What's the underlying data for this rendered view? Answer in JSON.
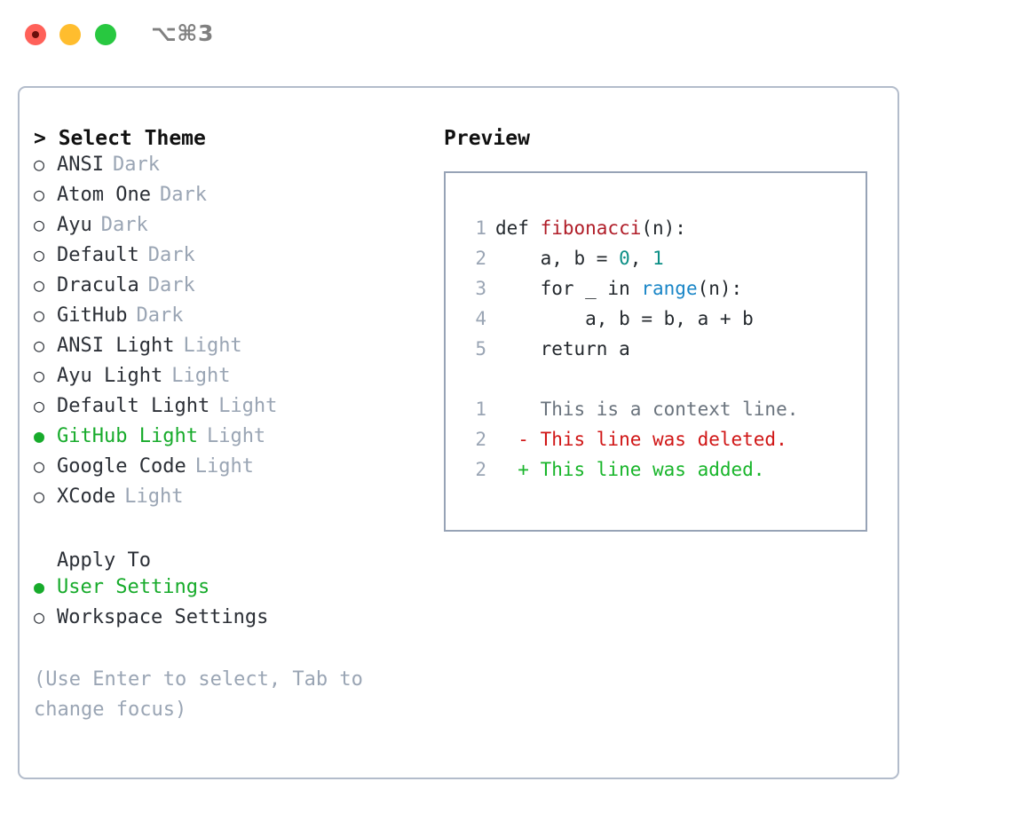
{
  "window": {
    "traffic_lights": [
      "close-red",
      "minimize-yellow",
      "zoom-green"
    ],
    "shortcut": "⌥⌘3",
    "colors": {
      "red": "#ff6159",
      "yellow": "#ffbd2e",
      "green": "#28c840",
      "accent_green": "#17ab2b",
      "panel_border": "#b3bccb",
      "preview_border": "#97a3b6",
      "muted": "#9aa5b4"
    }
  },
  "theme_picker": {
    "header": "> Select Theme",
    "items": [
      {
        "bullet": "○",
        "label": "ANSI",
        "badge": "Dark",
        "selected": false
      },
      {
        "bullet": "○",
        "label": "Atom One",
        "badge": "Dark",
        "selected": false
      },
      {
        "bullet": "○",
        "label": "Ayu",
        "badge": "Dark",
        "selected": false
      },
      {
        "bullet": "○",
        "label": "Default",
        "badge": "Dark",
        "selected": false
      },
      {
        "bullet": "○",
        "label": "Dracula",
        "badge": "Dark",
        "selected": false
      },
      {
        "bullet": "○",
        "label": "GitHub",
        "badge": "Dark",
        "selected": false
      },
      {
        "bullet": "○",
        "label": "ANSI Light",
        "badge": "Light",
        "selected": false
      },
      {
        "bullet": "○",
        "label": "Ayu Light",
        "badge": "Light",
        "selected": false
      },
      {
        "bullet": "○",
        "label": "Default Light",
        "badge": "Light",
        "selected": false
      },
      {
        "bullet": "●",
        "label": "GitHub Light",
        "badge": "Light",
        "selected": true
      },
      {
        "bullet": "○",
        "label": "Google Code",
        "badge": "Light",
        "selected": false
      },
      {
        "bullet": "○",
        "label": "XCode",
        "badge": "Light",
        "selected": false
      }
    ]
  },
  "apply_to": {
    "header": "Apply To",
    "items": [
      {
        "bullet": "●",
        "label": "User Settings",
        "selected": true
      },
      {
        "bullet": "○",
        "label": "Workspace Settings",
        "selected": false
      }
    ]
  },
  "hint": "(Use Enter to select, Tab to change focus)",
  "preview": {
    "title": "Preview",
    "code_lines": [
      {
        "no": "1",
        "indent": "",
        "tokens": [
          {
            "t": "def ",
            "c": "plain"
          },
          {
            "t": "fibonacci",
            "c": "fn"
          },
          {
            "t": "(n):",
            "c": "plain"
          }
        ]
      },
      {
        "no": "2",
        "indent": "    ",
        "tokens": [
          {
            "t": "a, b = ",
            "c": "plain"
          },
          {
            "t": "0",
            "c": "num"
          },
          {
            "t": ", ",
            "c": "plain"
          },
          {
            "t": "1",
            "c": "num"
          }
        ]
      },
      {
        "no": "3",
        "indent": "    ",
        "tokens": [
          {
            "t": "for _ in ",
            "c": "plain"
          },
          {
            "t": "range",
            "c": "call"
          },
          {
            "t": "(n):",
            "c": "plain"
          }
        ]
      },
      {
        "no": "4",
        "indent": "        ",
        "tokens": [
          {
            "t": "a, b = b, a + b",
            "c": "plain"
          }
        ]
      },
      {
        "no": "5",
        "indent": "    ",
        "tokens": [
          {
            "t": "return a",
            "c": "plain"
          }
        ]
      }
    ],
    "diff_lines": [
      {
        "no": "1",
        "marker": "  ",
        "text": "This is a context line.",
        "kind": "ctx"
      },
      {
        "no": "2",
        "marker": "- ",
        "text": "This line was deleted.",
        "kind": "del"
      },
      {
        "no": "2",
        "marker": "+ ",
        "text": "This line was added.",
        "kind": "add"
      }
    ]
  }
}
